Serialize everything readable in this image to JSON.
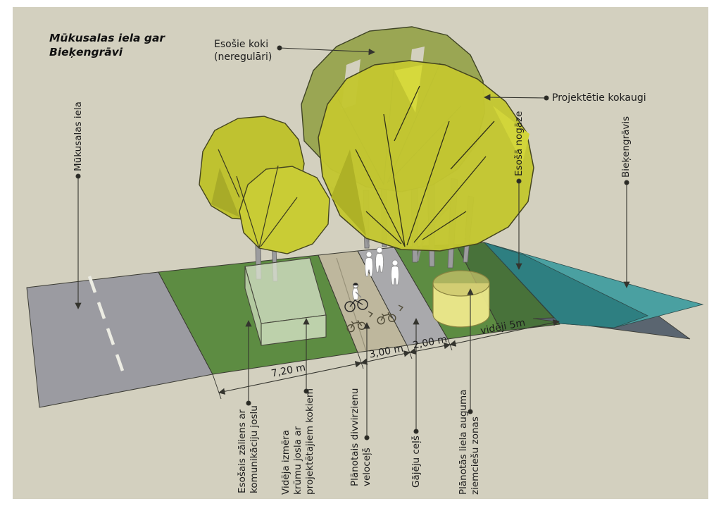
{
  "page": {
    "title": "Mūkusalas iela gar\nBieķengrāvi"
  },
  "annotations": {
    "existing_trees": "Esošie koki\n(neregulāri)",
    "projected_trees": "Projektētie kokaugi",
    "street": "Mūkusalas iela",
    "slope": "Esošā nogāze",
    "canal": "Bieķengrāvis"
  },
  "zones": {
    "lawn": "Esošais zāliens ar\nkomunikāciju joslu",
    "shrub_strip": "Vidēja izmēra\nkrūmu josla ar\nprojektētajiem kokiem",
    "bike_path": "Plānotais divvirzienu\nveloceļš",
    "foot_path": "Gājēju ceļš",
    "perennials": "Plānotās liela auguma\nziemciešu zonas"
  },
  "dimensions": {
    "lawn_width": "7,20 m",
    "bike_path_width": "3,00 m",
    "foot_path_width": "2,00 m",
    "slope_width": "vidēji 5m"
  },
  "colors": {
    "background": "#d3d0bf",
    "road": "#9b9ba1",
    "grass": "#5d8c42",
    "grass_dark": "#48723a",
    "bike_path": "#beb79d",
    "foot_path": "#a9a9ac",
    "slope_teal": "#4aa0a1",
    "slope_teal_dark": "#2e7f81",
    "water": "#5a6570",
    "tree_yellow": "#c3c631",
    "tree_olive": "#96a34c",
    "shrub_box": "#dfe8d2",
    "perennial_yellow": "#eee98c",
    "line": "#34342e"
  }
}
